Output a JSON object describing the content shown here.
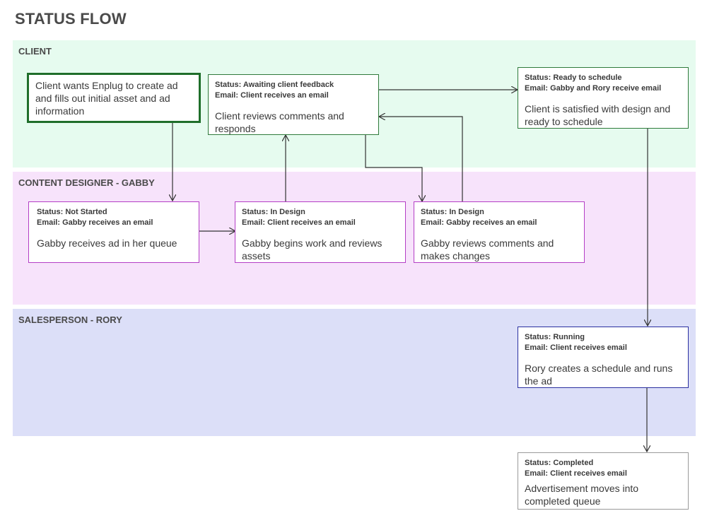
{
  "page": {
    "title": "STATUS FLOW"
  },
  "lanes": {
    "client": "CLIENT",
    "designer": "CONTENT DESIGNER - GABBY",
    "sales": "SALESPERSON - RORY"
  },
  "nodes": {
    "start": {
      "desc": "Client wants Enplug to create ad and fills out initial asset and ad information"
    },
    "awaiting_feedback": {
      "status": "Status: Awaiting client feedback",
      "email": "Email: Client receives an email",
      "desc": "Client reviews comments and responds"
    },
    "ready_to_schedule": {
      "status": "Status: Ready to schedule",
      "email": "Email: Gabby and Rory receive email",
      "desc": "Client is satisfied with design and ready to schedule"
    },
    "not_started": {
      "status": "Status: Not Started",
      "email": "Email: Gabby receives an email",
      "desc": "Gabby receives ad in her queue"
    },
    "in_design_1": {
      "status": "Status: In Design",
      "email": "Email: Client receives an email",
      "desc": "Gabby begins work and reviews assets"
    },
    "in_design_2": {
      "status": "Status: In Design",
      "email": "Email: Gabby receives an email",
      "desc": "Gabby reviews comments and makes changes"
    },
    "running": {
      "status": "Status: Running",
      "email": "Email: Client receives email",
      "desc": "Rory creates a schedule and runs the ad"
    },
    "completed": {
      "status": "Status: Completed",
      "email": "Email: Client receives email",
      "desc": "Advertisement moves into completed queue"
    }
  },
  "colors": {
    "client_lane": "#e6fbef",
    "designer_lane": "#f7e3fb",
    "sales_lane": "#dcdff8",
    "client_border": "#2f7a3b",
    "designer_border": "#b43fc6",
    "sales_border": "#2a2fa0",
    "completed_border": "#9a9a9a"
  }
}
